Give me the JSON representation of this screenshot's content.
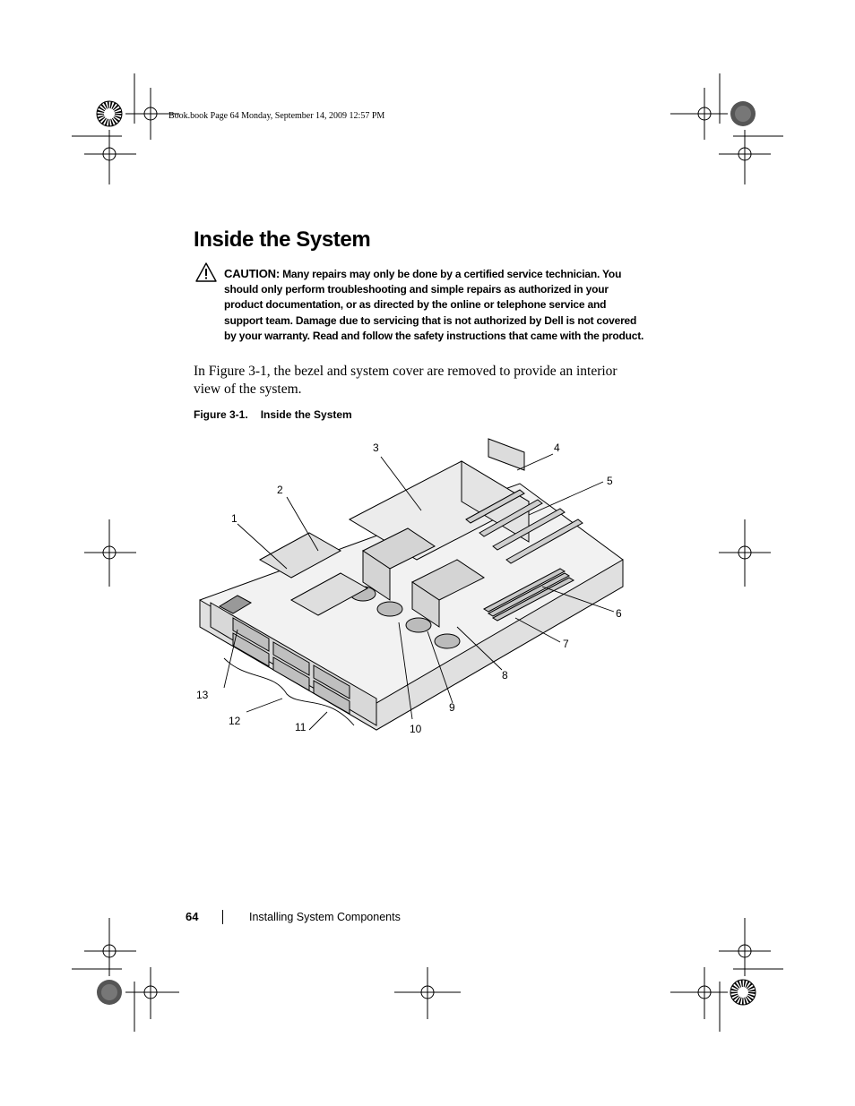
{
  "header": {
    "slug": "Book.book  Page 64  Monday, September 14, 2009  12:57 PM"
  },
  "section": {
    "title": "Inside the System"
  },
  "caution": {
    "label": "CAUTION:",
    "text": "Many repairs may only be done by a certified service technician. You should only perform troubleshooting and simple repairs as authorized in your product documentation, or as directed by the online or telephone service and support team. Damage due to servicing that is not authorized by Dell is not covered by your warranty. Read and follow the safety instructions that came with the product."
  },
  "body": {
    "paragraph": "In Figure 3-1, the bezel and system cover are removed to provide an interior view of the system."
  },
  "figure": {
    "number": "Figure 3-1.",
    "caption": "Inside the System",
    "callouts": [
      "1",
      "2",
      "3",
      "4",
      "5",
      "6",
      "7",
      "8",
      "9",
      "10",
      "11",
      "12",
      "13"
    ]
  },
  "footer": {
    "page_number": "64",
    "section_title": "Installing System Components"
  }
}
